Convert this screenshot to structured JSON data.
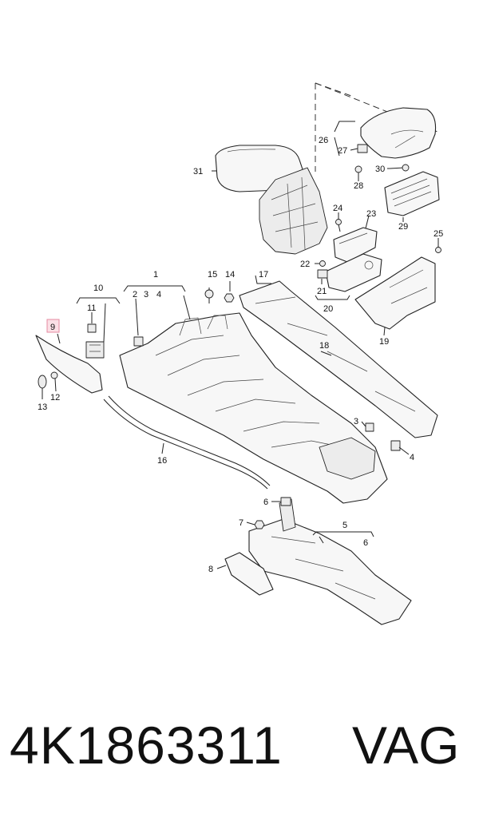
{
  "callouts": {
    "c1": "1",
    "c2": "2",
    "c3": "3",
    "c4": "4",
    "c5": "5",
    "c6": "6",
    "c7": "7",
    "c8": "8",
    "c9": "9",
    "c10": "10",
    "c11": "11",
    "c12": "12",
    "c13": "13",
    "c14": "14",
    "c15": "15",
    "c16": "16",
    "c17": "17",
    "c18": "18",
    "c19": "19",
    "c20": "20",
    "c21": "21",
    "c22": "22",
    "c23": "23",
    "c24": "24",
    "c25": "25",
    "c26": "26",
    "c27": "27",
    "c28": "28",
    "c29": "29",
    "c30": "30",
    "c31": "31"
  },
  "highlighted_callout": "9",
  "colors": {
    "highlight_fill": "#fbe0e6",
    "highlight_stroke": "#e58aa0",
    "line": "#222222"
  },
  "footer": {
    "part_number": "4K1863311",
    "brand": "VAG"
  }
}
